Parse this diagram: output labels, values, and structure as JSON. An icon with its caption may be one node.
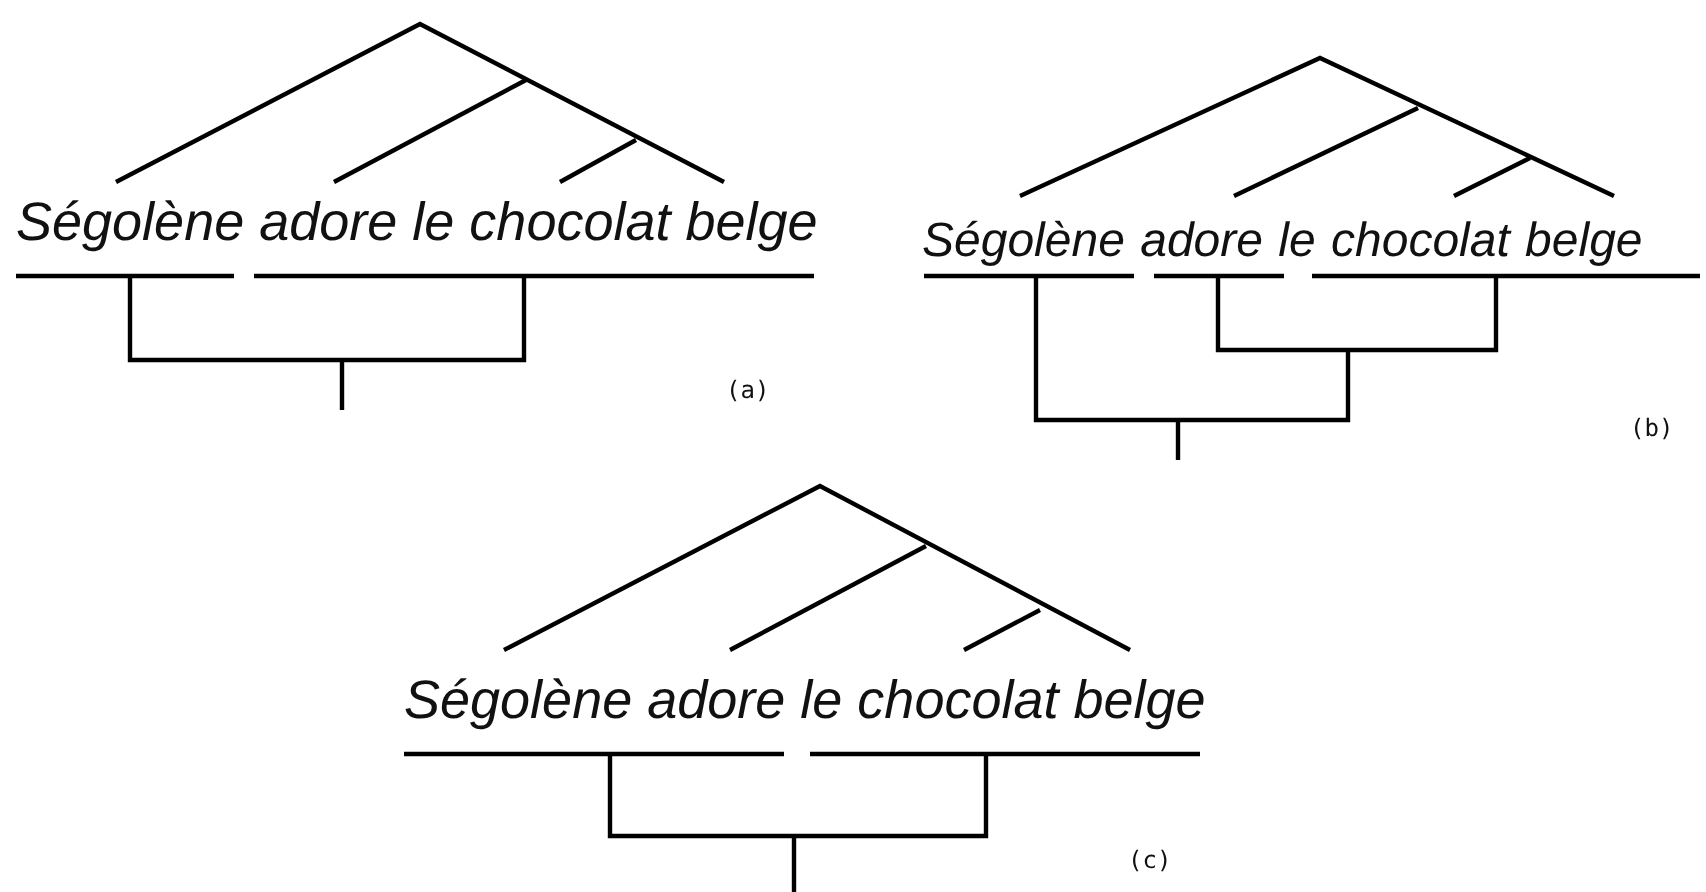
{
  "diagram": {
    "labels": [
      "Ségolène adore le chocolat belge",
      "(a)",
      "Ségolène adore le chocolat belge",
      "(b)",
      "Ségolène adore le chocolat belge",
      "(c)"
    ]
  }
}
